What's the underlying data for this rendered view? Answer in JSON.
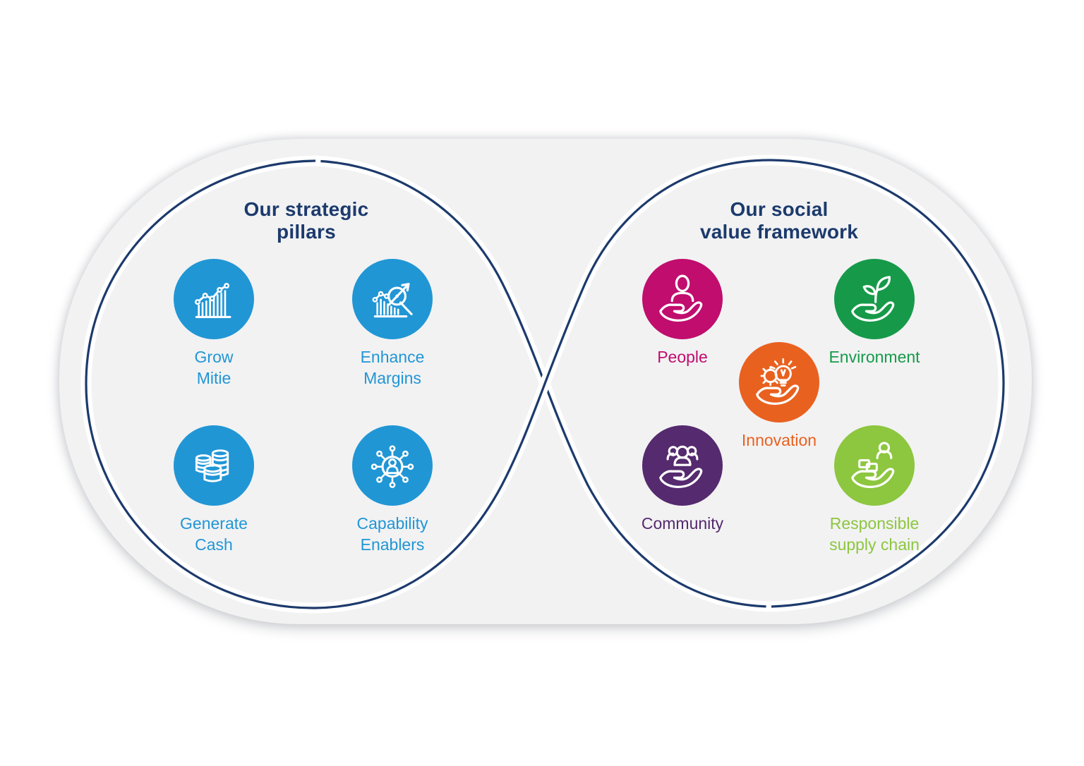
{
  "colors": {
    "page_bg": "#ffffff",
    "panel_bg": "#f2f2f3",
    "loop_line": "#1c3a6c",
    "halo": "#ffffff"
  },
  "left_section": {
    "title_line1": "Our strategic",
    "title_line2": "pillars",
    "title_color": "#1c3a6c",
    "items": [
      {
        "label_line1": "Grow",
        "label_line2": "Mitie",
        "color": "#2196d5",
        "icon": "growth-chart-icon"
      },
      {
        "label_line1": "Enhance",
        "label_line2": "Margins",
        "color": "#2196d5",
        "icon": "margins-analysis-icon"
      },
      {
        "label_line1": "Generate",
        "label_line2": "Cash",
        "color": "#2196d5",
        "icon": "coin-stacks-icon"
      },
      {
        "label_line1": "Capability",
        "label_line2": "Enablers",
        "color": "#2196d5",
        "icon": "person-network-icon"
      }
    ]
  },
  "right_section": {
    "title_line1": "Our social",
    "title_line2": "value framework",
    "title_color": "#1c3a6c",
    "items": [
      {
        "label_line1": "People",
        "label_line2": "",
        "color": "#c00d6e",
        "icon": "person-in-hand-icon"
      },
      {
        "label_line1": "Environment",
        "label_line2": "",
        "color": "#169a49",
        "icon": "plant-in-hand-icon"
      },
      {
        "label_line1": "Innovation",
        "label_line2": "",
        "color": "#e9611f",
        "icon": "idea-in-hand-icon"
      },
      {
        "label_line1": "Community",
        "label_line2": "",
        "color": "#552a6e",
        "icon": "group-in-hand-icon"
      },
      {
        "label_line1": "Responsible",
        "label_line2": "supply chain",
        "color": "#8dc63f",
        "icon": "supply-chain-in-hand-icon"
      }
    ]
  }
}
